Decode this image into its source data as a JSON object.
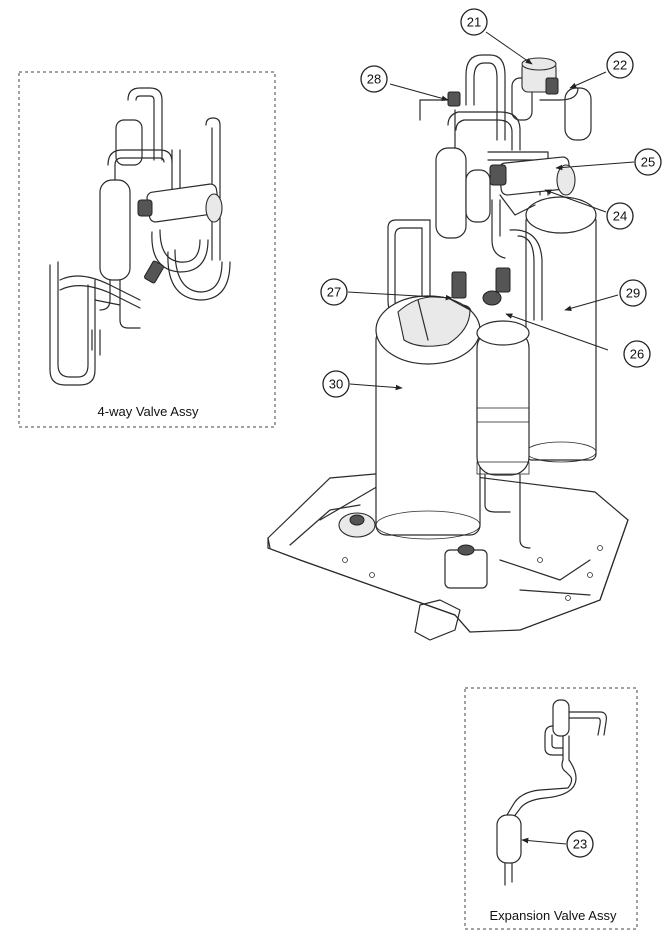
{
  "captions": {
    "four_way": "4-way Valve Assy",
    "expansion": "Expansion Valve Assy"
  },
  "callouts": {
    "c21": "21",
    "c22": "22",
    "c23": "23",
    "c24": "24",
    "c25": "25",
    "c26": "26",
    "c27": "27",
    "c28": "28",
    "c29": "29",
    "c30": "30"
  }
}
